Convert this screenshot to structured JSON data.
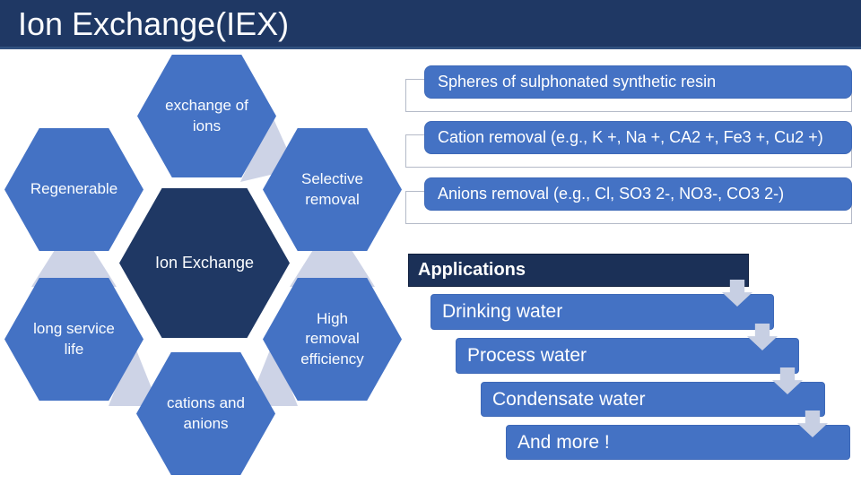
{
  "title": "Ion Exchange(IEX)",
  "hexagon_cluster": {
    "center": {
      "label": "Ion Exchange"
    },
    "top": {
      "label": "exchange of ions"
    },
    "left": {
      "label": "Regenerable"
    },
    "right": {
      "label": "Selective removal"
    },
    "bottom_left": {
      "label": "long service life"
    },
    "bottom_center": {
      "label": "cations and anions"
    },
    "bottom_right": {
      "label": "High removal efficiency"
    }
  },
  "resin_facts": {
    "items": [
      {
        "label": "Spheres of sulphonated synthetic resin"
      },
      {
        "label": "Cation removal (e.g., K +, Na +, CA2 +, Fe3 +, Cu2 +)"
      },
      {
        "label": "Anions removal (e.g., Cl, SO3 2-, NO3-, CO3 2-)"
      }
    ]
  },
  "applications": {
    "header": "Applications",
    "items": [
      {
        "label": "Drinking water"
      },
      {
        "label": "Process water"
      },
      {
        "label": "Condensate water"
      },
      {
        "label": "And more !"
      }
    ]
  },
  "colors": {
    "accent_blue": "#4472C4",
    "dark_navy": "#1F3864",
    "applications_navy": "#1B3057",
    "connector_light": "#CDD3E6",
    "arrow_light": "#C7CFE3",
    "text_white": "#FFFFFF"
  }
}
